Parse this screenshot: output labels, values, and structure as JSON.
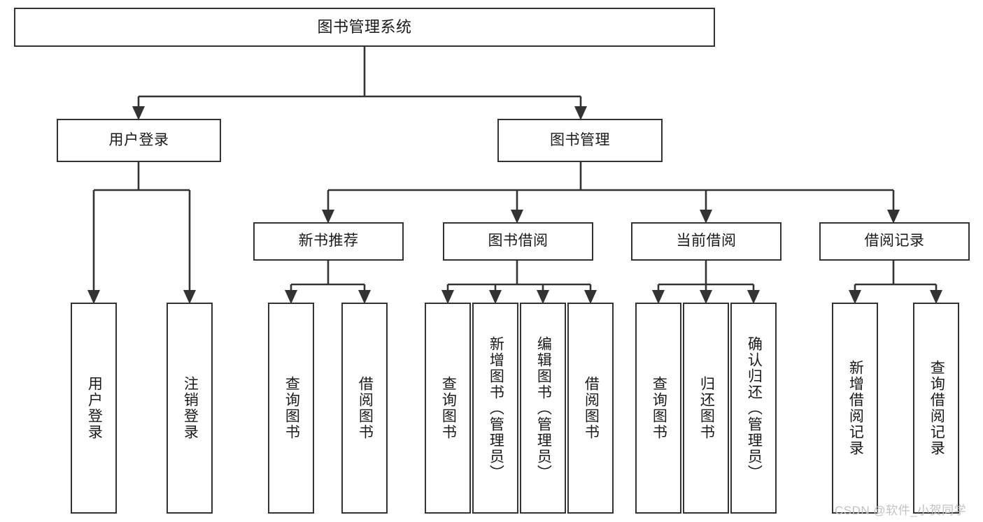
{
  "diagram": {
    "title": "图书管理系统",
    "type": "tree-hierarchy-diagram",
    "colors": {
      "box_border": "#333333",
      "box_fill": "#ffffff",
      "connector": "#333333",
      "text": "#1a1a1a",
      "watermark": "#c2c2c2",
      "background": "#ffffff"
    },
    "root": {
      "label": "图书管理系统"
    },
    "level2": [
      {
        "label": "用户登录"
      },
      {
        "label": "图书管理"
      }
    ],
    "level3": [
      {
        "label": "新书推荐"
      },
      {
        "label": "图书借阅"
      },
      {
        "label": "当前借阅"
      },
      {
        "label": "借阅记录"
      }
    ],
    "leaves": {
      "user_login": [
        {
          "label": "用户登录"
        },
        {
          "label": "注销登录"
        }
      ],
      "new_book_recommend": [
        {
          "label": "查询图书"
        },
        {
          "label": "借阅图书"
        }
      ],
      "book_borrow": [
        {
          "label": "查询图书"
        },
        {
          "label": "新增图书（管理员）"
        },
        {
          "label": "编辑图书（管理员）"
        },
        {
          "label": "借阅图书"
        }
      ],
      "current_borrow": [
        {
          "label": "查询图书"
        },
        {
          "label": "归还图书"
        },
        {
          "label": "确认归还（管理员）"
        }
      ],
      "borrow_records": [
        {
          "label": "新增借阅记录"
        },
        {
          "label": "查询借阅记录"
        }
      ]
    }
  },
  "watermark": {
    "text": "CSDN @软件_小贺同学"
  }
}
